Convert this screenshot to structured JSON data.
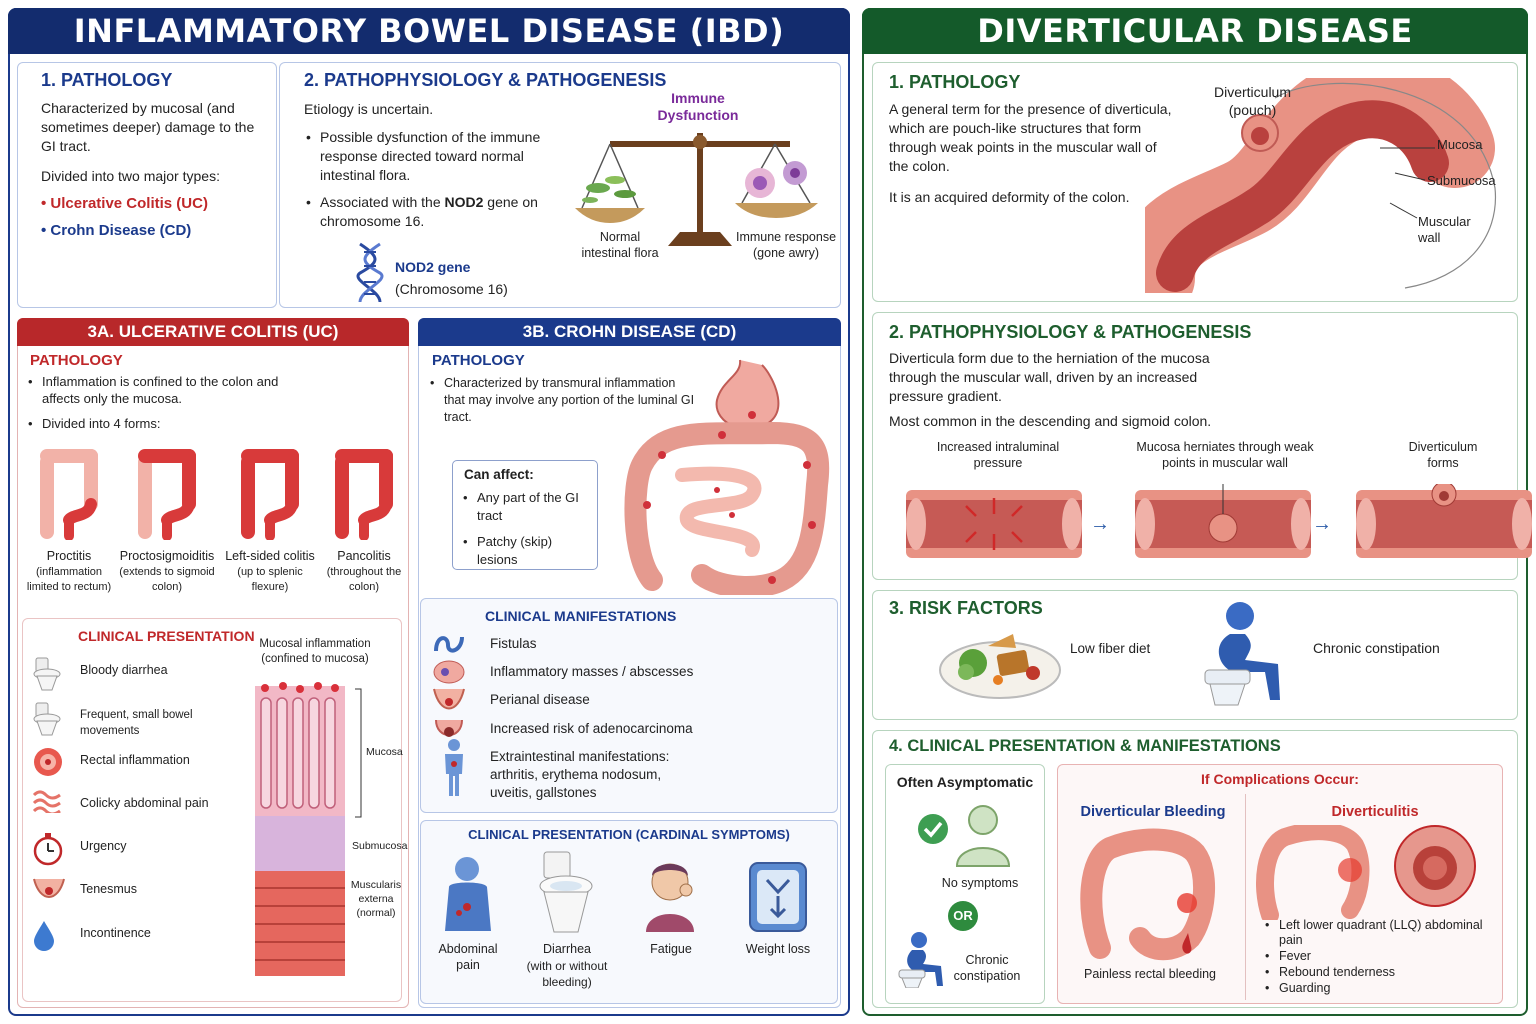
{
  "ibd": {
    "title": "INFLAMMATORY BOWEL DISEASE (IBD)",
    "pathology": {
      "heading": "1. PATHOLOGY",
      "desc": "Characterized by mucosal (and sometimes deeper) damage to the GI tract.",
      "divided": "Divided into two major types:",
      "type1": "Ulcerative Colitis (UC)",
      "type2": "Crohn Disease (CD)"
    },
    "patho": {
      "heading": "2. PATHOPHYSIOLOGY & PATHOGENESIS",
      "etiology": "Etiology is uncertain.",
      "bullet1": "Possible dysfunction of the immune response directed toward normal intestinal flora.",
      "bullet2_pre": "Associated with the ",
      "bullet2_gene": "NOD2",
      "bullet2_post": " gene on chromosome 16.",
      "gene_label": "NOD2 gene",
      "gene_sub": "(Chromosome 16)",
      "scale_top": "Immune Dysfunction",
      "scale_left": "Normal intestinal flora",
      "scale_right": "Immune response (gone awry)"
    },
    "uc": {
      "title": "3A. ULCERATIVE COLITIS (UC)",
      "pathology_heading": "PATHOLOGY",
      "bullet1": "Inflammation is confined to the colon and affects only the mucosa.",
      "bullet2": "Divided into 4 forms:",
      "forms": [
        {
          "name": "Proctitis",
          "desc": "(inflammation limited to rectum)"
        },
        {
          "name": "Proctosigmoiditis",
          "desc": "(extends to sigmoid colon)"
        },
        {
          "name": "Left-sided colitis",
          "desc": "(up to splenic flexure)"
        },
        {
          "name": "Pancolitis",
          "desc": "(throughout the colon)"
        }
      ],
      "clinical_heading": "CLINICAL PRESENTATION",
      "clinical": [
        "Bloody diarrhea",
        "Frequent, small bowel movements",
        "Rectal inflammation",
        "Colicky abdominal pain",
        "Urgency",
        "Tenesmus",
        "Incontinence"
      ],
      "histo_title": "Mucosal inflammation (confined to mucosa)",
      "layer_mucosa": "Mucosa",
      "layer_submucosa": "Submucosa",
      "layer_muscularis": "Muscularis externa (normal)"
    },
    "cd": {
      "title": "3B. CROHN DISEASE (CD)",
      "pathology_heading": "PATHOLOGY",
      "bullet1": "Characterized by transmural inflammation that may involve any portion of the luminal GI tract.",
      "can_affect": "Can affect:",
      "affect1": "Any part of the GI tract",
      "affect2": "Patchy (skip) lesions",
      "manifest_heading": "CLINICAL MANIFESTATIONS",
      "manifest": [
        "Fistulas",
        "Inflammatory masses / abscesses",
        "Perianal disease",
        "Increased risk of adenocarcinoma",
        "Extraintestinal manifestations: arthritis, erythema nodosum, uveitis, gallstones"
      ],
      "cardinal_heading": "CLINICAL PRESENTATION (CARDINAL SYMPTOMS)",
      "cardinal": [
        {
          "name": "Abdominal pain",
          "desc": ""
        },
        {
          "name": "Diarrhea",
          "desc": "(with or without bleeding)"
        },
        {
          "name": "Fatigue",
          "desc": ""
        },
        {
          "name": "Weight loss",
          "desc": ""
        }
      ]
    }
  },
  "dd": {
    "title": "DIVERTICULAR DISEASE",
    "pathology": {
      "heading": "1. PATHOLOGY",
      "desc": "A general term for the presence of diverticula, which are pouch-like structures that form through weak points in the muscular wall of the colon.",
      "acquired": "It is an acquired deformity of the colon.",
      "label_div": "Diverticulum (pouch)",
      "label_mucosa": "Mucosa",
      "label_submucosa": "Submucosa",
      "label_muscular": "Muscular wall"
    },
    "patho": {
      "heading": "2. PATHOPHYSIOLOGY & PATHOGENESIS",
      "desc": "Diverticula form due to the herniation of the mucosa through the muscular wall, driven by an increased pressure gradient.",
      "common": "Most common in the descending and sigmoid colon.",
      "steps": [
        "Increased intraluminal pressure",
        "Mucosa herniates through weak points in muscular wall",
        "Diverticulum forms"
      ]
    },
    "risk": {
      "heading": "3. RISK FACTORS",
      "f1": "Low fiber diet",
      "f2": "Chronic constipation"
    },
    "clinical": {
      "heading": "4. CLINICAL PRESENTATION & MANIFESTATIONS",
      "asym_title": "Often Asymptomatic",
      "no_symptoms": "No symptoms",
      "or": "OR",
      "constipation": "Chronic constipation",
      "complications": "If Complications Occur:",
      "bleeding_title": "Diverticular Bleeding",
      "bleeding_desc": "Painless rectal bleeding",
      "itis_title": "Diverticulitis",
      "itis_list": [
        "Left lower quadrant (LLQ) abdominal pain",
        "Fever",
        "Rebound tenderness",
        "Guarding"
      ]
    }
  },
  "colors": {
    "navy": "#1b3a8c",
    "green": "#1e5e2e",
    "red": "#c0282a"
  }
}
